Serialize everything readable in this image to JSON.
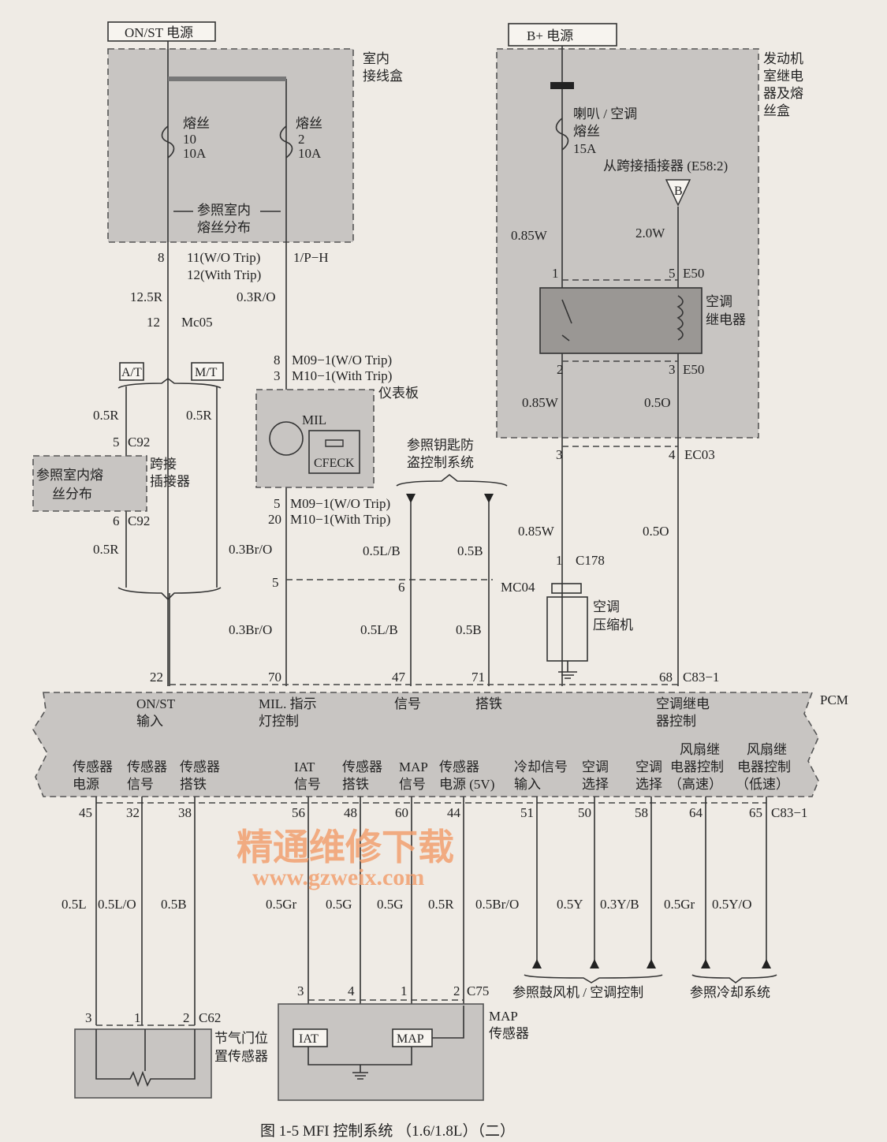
{
  "t": {
    "onst": "ON/ST 电源",
    "jb1": "室内",
    "jb2": "接线盒",
    "f1a": "熔丝",
    "f1b": "10",
    "f1c": "10A",
    "f2a": "熔丝",
    "f2b": "2",
    "f2c": "10A",
    "ref1": "参照室内",
    "ref2": "熔丝分布",
    "p8": "8",
    "wo11": "11(W/O Trip)",
    "w12": "12(With Trip)",
    "p1ph": "1/P−H",
    "w125r": "12.5R",
    "p12": "12",
    "mc05": "Mc05",
    "w03ro": "0.3R/O",
    "at": "A/T",
    "mt": "M/T",
    "w05r1": "0.5R",
    "w05r2": "0.5R",
    "p5": "5",
    "c92a": "C92",
    "jref1": "参照室内熔",
    "jref2": "丝分布",
    "jc1": "跨接",
    "jc2": "插接器",
    "p6": "6",
    "c92b": "C92",
    "w05r3": "0.5R",
    "m8": "8",
    "m09a": "M09−1(W/O Trip)",
    "m3": "3",
    "m10a": "M10−1(With Trip)",
    "panel": "仪表板",
    "mil": "MIL",
    "check": "CFECK",
    "m5": "5",
    "m09b": "M09−1(W/O Trip)",
    "m20": "20",
    "m10b": "M10−1(With Trip)",
    "w03bro1": "0.3Br/O",
    "c5": "5",
    "w03bro2": "0.3Br/O",
    "imm1": "参照钥匙防",
    "imm2": "盗控制系统",
    "w05lb1": "0.5L/B",
    "w05b1": "0.5B",
    "c6": "6",
    "mc04": "MC04",
    "w05lb2": "0.5L/B",
    "w05b2": "0.5B",
    "bplus": "B+ 电源",
    "eb1": "发动机",
    "eb2": "室继电",
    "eb3": "器及熔",
    "eb4": "丝盒",
    "hf1": "喇叭 / 空调",
    "hf2": "熔丝",
    "hf3": "15A",
    "from": "从跨接插接器 (E58:2)",
    "bconn": "B",
    "w085w1": "0.85W",
    "w20w": "2.0W",
    "r1": "1",
    "r5": "5",
    "e50a": "E50",
    "acr1": "空调",
    "acr2": "继电器",
    "r2": "2",
    "r3": "3",
    "e50b": "E50",
    "w085w2": "0.85W",
    "w05o1": "0.5O",
    "ec3": "3",
    "ec4": "4",
    "ec03": "EC03",
    "w085w3": "0.85W",
    "w05o2": "0.5O",
    "c178p": "1",
    "c178": "C178",
    "comp1": "空调",
    "comp2": "压缩机",
    "n22": "22",
    "n70": "70",
    "n47": "47",
    "n71": "71",
    "n68": "68",
    "c831a": "C83−1",
    "pcm": "PCM",
    "u1a": "ON/ST",
    "u1b": "输入",
    "u2a": "MIL. 指示",
    "u2b": "灯控制",
    "u3": "信号",
    "u4": "搭铁",
    "u5a": "空调继电",
    "u5b": "器控制",
    "l1a": "传感器",
    "l1b": "电源",
    "l2a": "传感器",
    "l2b": "信号",
    "l3a": "传感器",
    "l3b": "搭铁",
    "l4a": "IAT",
    "l4b": "信号",
    "l5a": "传感器",
    "l5b": "搭铁",
    "l6a": "MAP",
    "l6b": "信号",
    "l7a": "传感器",
    "l7b": "电源 (5V)",
    "l8a": "冷却信号",
    "l8b": "输入",
    "l9a": "空调",
    "l9b": "选择",
    "l10a": "空调",
    "l10b": "选择",
    "l11a": "风扇继",
    "l11b": "电器控制",
    "l11c": "（高速）",
    "l12a": "风扇继",
    "l12b": "电器控制",
    "l12c": "（低速）",
    "b45": "45",
    "b32": "32",
    "b38": "38",
    "b56": "56",
    "b48": "48",
    "b60": "60",
    "b44": "44",
    "b51": "51",
    "b50": "50",
    "b58": "58",
    "b64": "64",
    "b65": "65",
    "c831b": "C83−1",
    "x1": "0.5L",
    "x2": "0.5L/O",
    "x3": "0.5B",
    "x4": "0.5Gr",
    "x5": "0.5G",
    "x6": "0.5G",
    "x7": "0.5R",
    "x8": "0.5Br/O",
    "x9": "0.5Y",
    "x10": "0.3Y/B",
    "x11": "0.5Gr",
    "x12": "0.5Y/O",
    "blower": "参照鼓风机 / 空调控制",
    "cooling": "参照冷却系统",
    "t3": "3",
    "t1": "1",
    "t2": "2",
    "c62": "C62",
    "tps1": "节气门位",
    "tps2": "置传感器",
    "m3p": "3",
    "m4p": "4",
    "m1p": "1",
    "m2p": "2",
    "c75": "C75",
    "iat": "IAT",
    "map": "MAP",
    "maps1": "MAP",
    "maps2": "传感器",
    "caption": "图 1-5   MFI 控制系统 （1.6/1.8L）（二）"
  },
  "watermark": {
    "text": "精通维修下载",
    "url": "www.gzweix.com",
    "color": "#f2a070"
  }
}
